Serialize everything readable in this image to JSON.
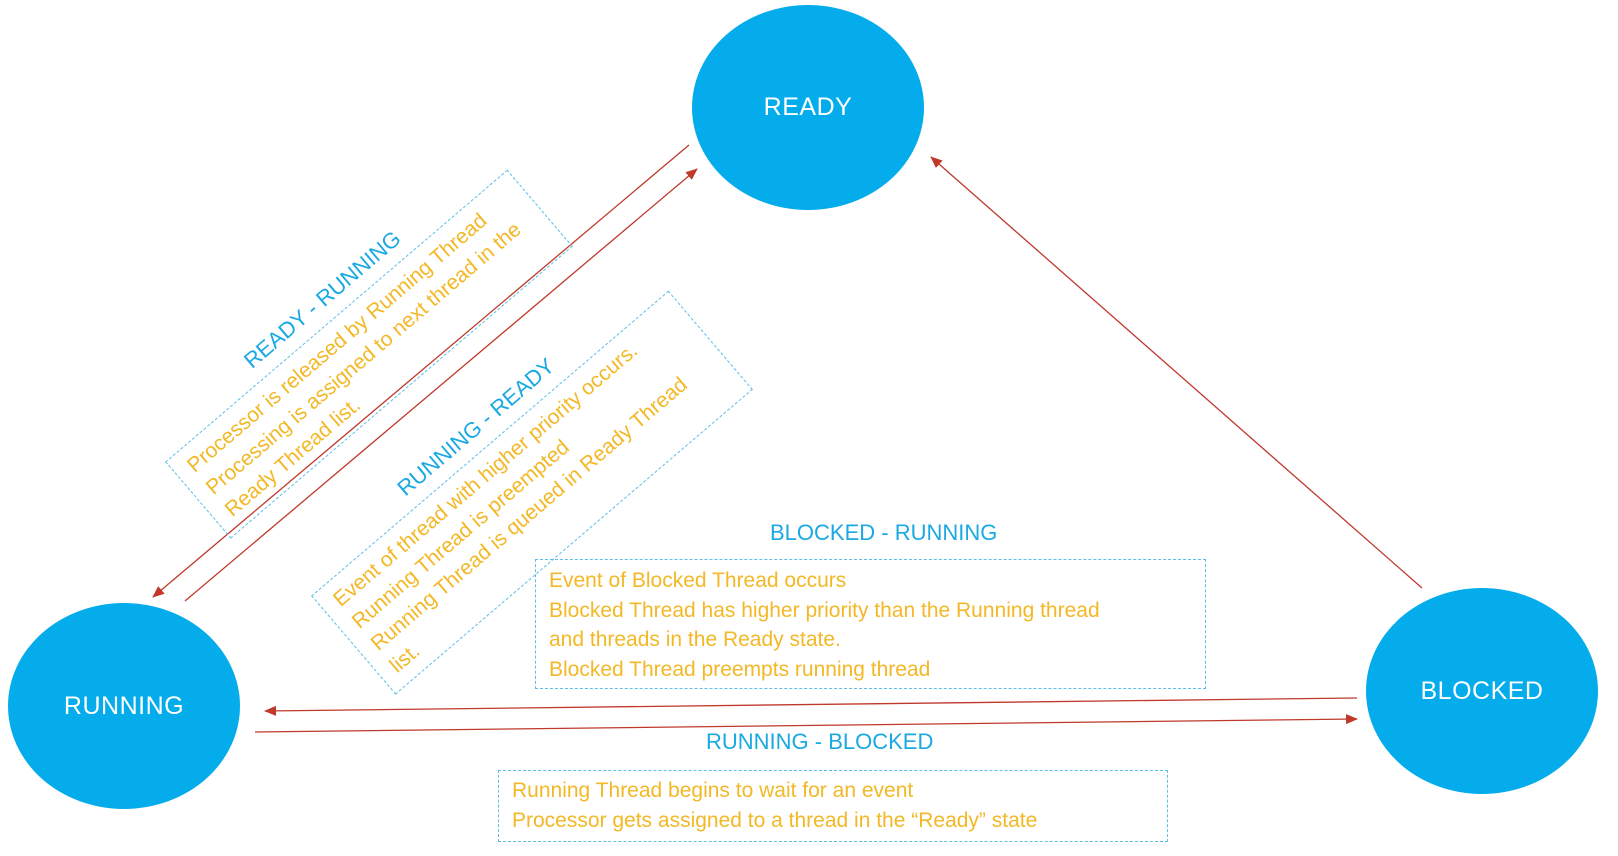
{
  "states": {
    "ready": "READY",
    "running": "RUNNING",
    "blocked": "BLOCKED"
  },
  "transitions": {
    "ready_running": {
      "title": "READY - RUNNING",
      "lines": [
        "Processor is released by Running Thread",
        "Processing is assigned to next thread in the",
        "Ready Thread list."
      ]
    },
    "running_ready": {
      "title": "RUNNING - READY",
      "lines": [
        "Event of thread with higher priority occurs.",
        "Running Thread is preempted",
        "Running Thread is queued in Ready Thread",
        "list."
      ]
    },
    "blocked_running": {
      "title": "BLOCKED - RUNNING",
      "lines": [
        "Event of  Blocked Thread occurs",
        "Blocked Thread has higher priority than the Running thread",
        "and threads in the Ready state.",
        "Blocked Thread preempts running thread"
      ]
    },
    "running_blocked": {
      "title": "RUNNING - BLOCKED",
      "lines": [
        "Running Thread begins to wait for an event",
        "Processor gets assigned to a thread in the “Ready” state"
      ]
    }
  },
  "colors": {
    "state_fill": "#04acec",
    "title_text": "#1aa9e2",
    "box_text": "#f3b826",
    "box_border": "#5bbfe8",
    "arrow": "#c0392b"
  }
}
